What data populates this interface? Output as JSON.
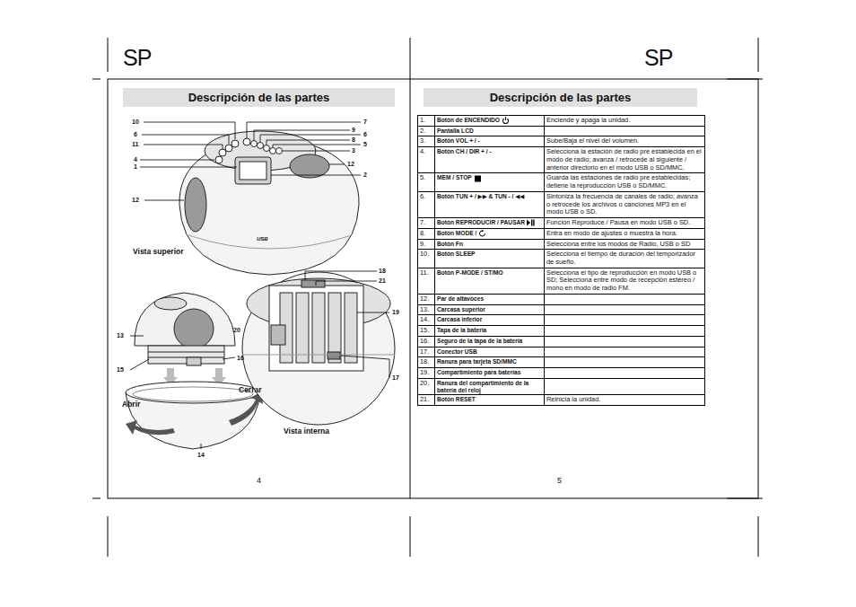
{
  "diagram": {
    "nodes": [
      {
        "text": [
          "Descripción de las partes"
        ]
      },
      {
        "text": [
          "Descripción de las partes"
        ]
      }
    ],
    "labels": [
      "SP",
      "SP",
      "10",
      "6",
      "11",
      "4",
      "1",
      "12",
      "7",
      "9",
      "6",
      "8",
      "5",
      "3",
      "12",
      "2",
      "USB",
      "Vista superior",
      "18",
      "21",
      "19",
      "13",
      "20",
      "16",
      "15",
      "17",
      "Cerrar",
      "Abrir",
      "Vista interna",
      "14",
      "4",
      "5",
      "1.",
      "Botón de ENCENDIDO",
      "Enciende y apaga la unidad.",
      "2.",
      "Pantalla LCD",
      "3.",
      "Botón VOL + / -",
      "Sube/Baja el nivel del volumen.",
      "4.",
      "Botón CH / DIR + / -",
      "Selecciona la estación de radio pre establecida en el modo de radio; avanza / retrocede al siguiente / anterior directorio en el modo USB o SD/MMC.",
      "5.",
      "MEM / STOP",
      "Guarda las estaciones de radio pre establecidas; detiene la reproducción USB o SD/MMC.",
      "6.",
      "Botón TUN + / ▶▶ & TUN - / ◀◀",
      "Sintoniza la frecuencia de canales de radio; avanza o retrocede los archivos o canciones MP3 en el modo USB o SD.",
      "7.",
      "Botón REPRODUCIR / PAUSAR",
      "Función Reproduce / Pausa en modo USB o SD.",
      "8.",
      "Botón MODE /",
      "Entra en modo de ajustes o muestra la hora.",
      "9.",
      "Botón Fn",
      "Selecciona entre los modos de Radio, USB o SD",
      "10.",
      "Botón SLEEP",
      "Selecciona el tiempo de duración del temporizador de sueño.",
      "11.",
      "Botón P-MODE / ST/MO",
      "Selecciona el tipo de reproducción en modo USB o SD; Selecciona entre modo de recepción estéreo / mono en modo de radio FM.",
      "12.",
      "Par de altavoces",
      "13.",
      "Carcasa superior",
      "14.",
      "Carcasa inferior",
      "15.",
      "Tapa de la batería",
      "16.",
      "Seguro de la tapa de la batería",
      "17.",
      "Conector USB",
      "18.",
      "Ranura para tarjeta SD/MMC",
      "19.",
      "Compartimiento para baterías",
      "20.",
      "Ranura del compartimiento de la batería del reloj",
      "21.",
      "Botón RESET",
      "Reinicia la unidad."
    ]
  }
}
